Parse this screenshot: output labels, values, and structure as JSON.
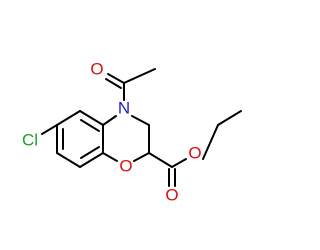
{
  "atoms": {
    "chlorine": "Cl",
    "nitrogen": "N",
    "ring_oxygen": "O",
    "acetyl_oxygen": "O",
    "ester_carbonyl_oxygen": "O",
    "ester_ether_oxygen": "O"
  },
  "colors": {
    "background": "#ffffff",
    "bond": "#000000",
    "chlorine": "#1fa01f",
    "nitrogen": "#1f1fc8",
    "oxygen": "#dd1111"
  }
}
